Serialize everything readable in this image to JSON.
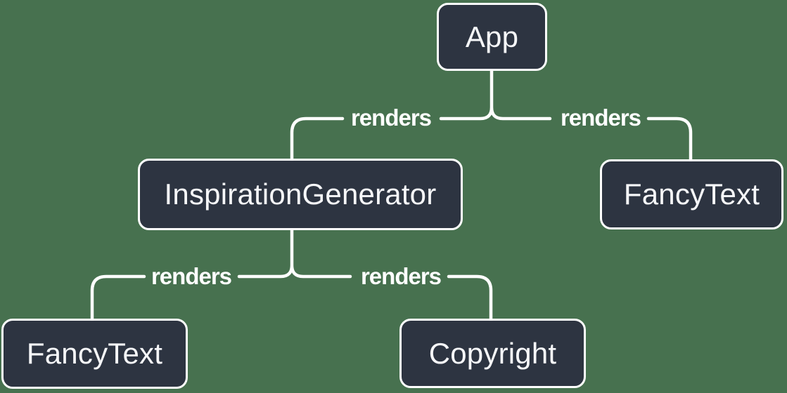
{
  "colors": {
    "background": "#47714F",
    "node_fill": "#2D3441",
    "node_border": "#FFFFFF",
    "node_text": "#F6F7F9",
    "line": "#FFFFFF",
    "edge_label_text": "#FFFFFF"
  },
  "nodes": {
    "app": {
      "label": "App"
    },
    "inspiration_generator": {
      "label": "InspirationGenerator"
    },
    "fancy_text_right": {
      "label": "FancyText"
    },
    "fancy_text_left": {
      "label": "FancyText"
    },
    "copyright": {
      "label": "Copyright"
    }
  },
  "edges": {
    "app_to_inspiration_generator": {
      "label": "renders"
    },
    "app_to_fancy_text": {
      "label": "renders"
    },
    "inspiration_generator_to_fancy_text": {
      "label": "renders"
    },
    "inspiration_generator_to_copyright": {
      "label": "renders"
    }
  }
}
